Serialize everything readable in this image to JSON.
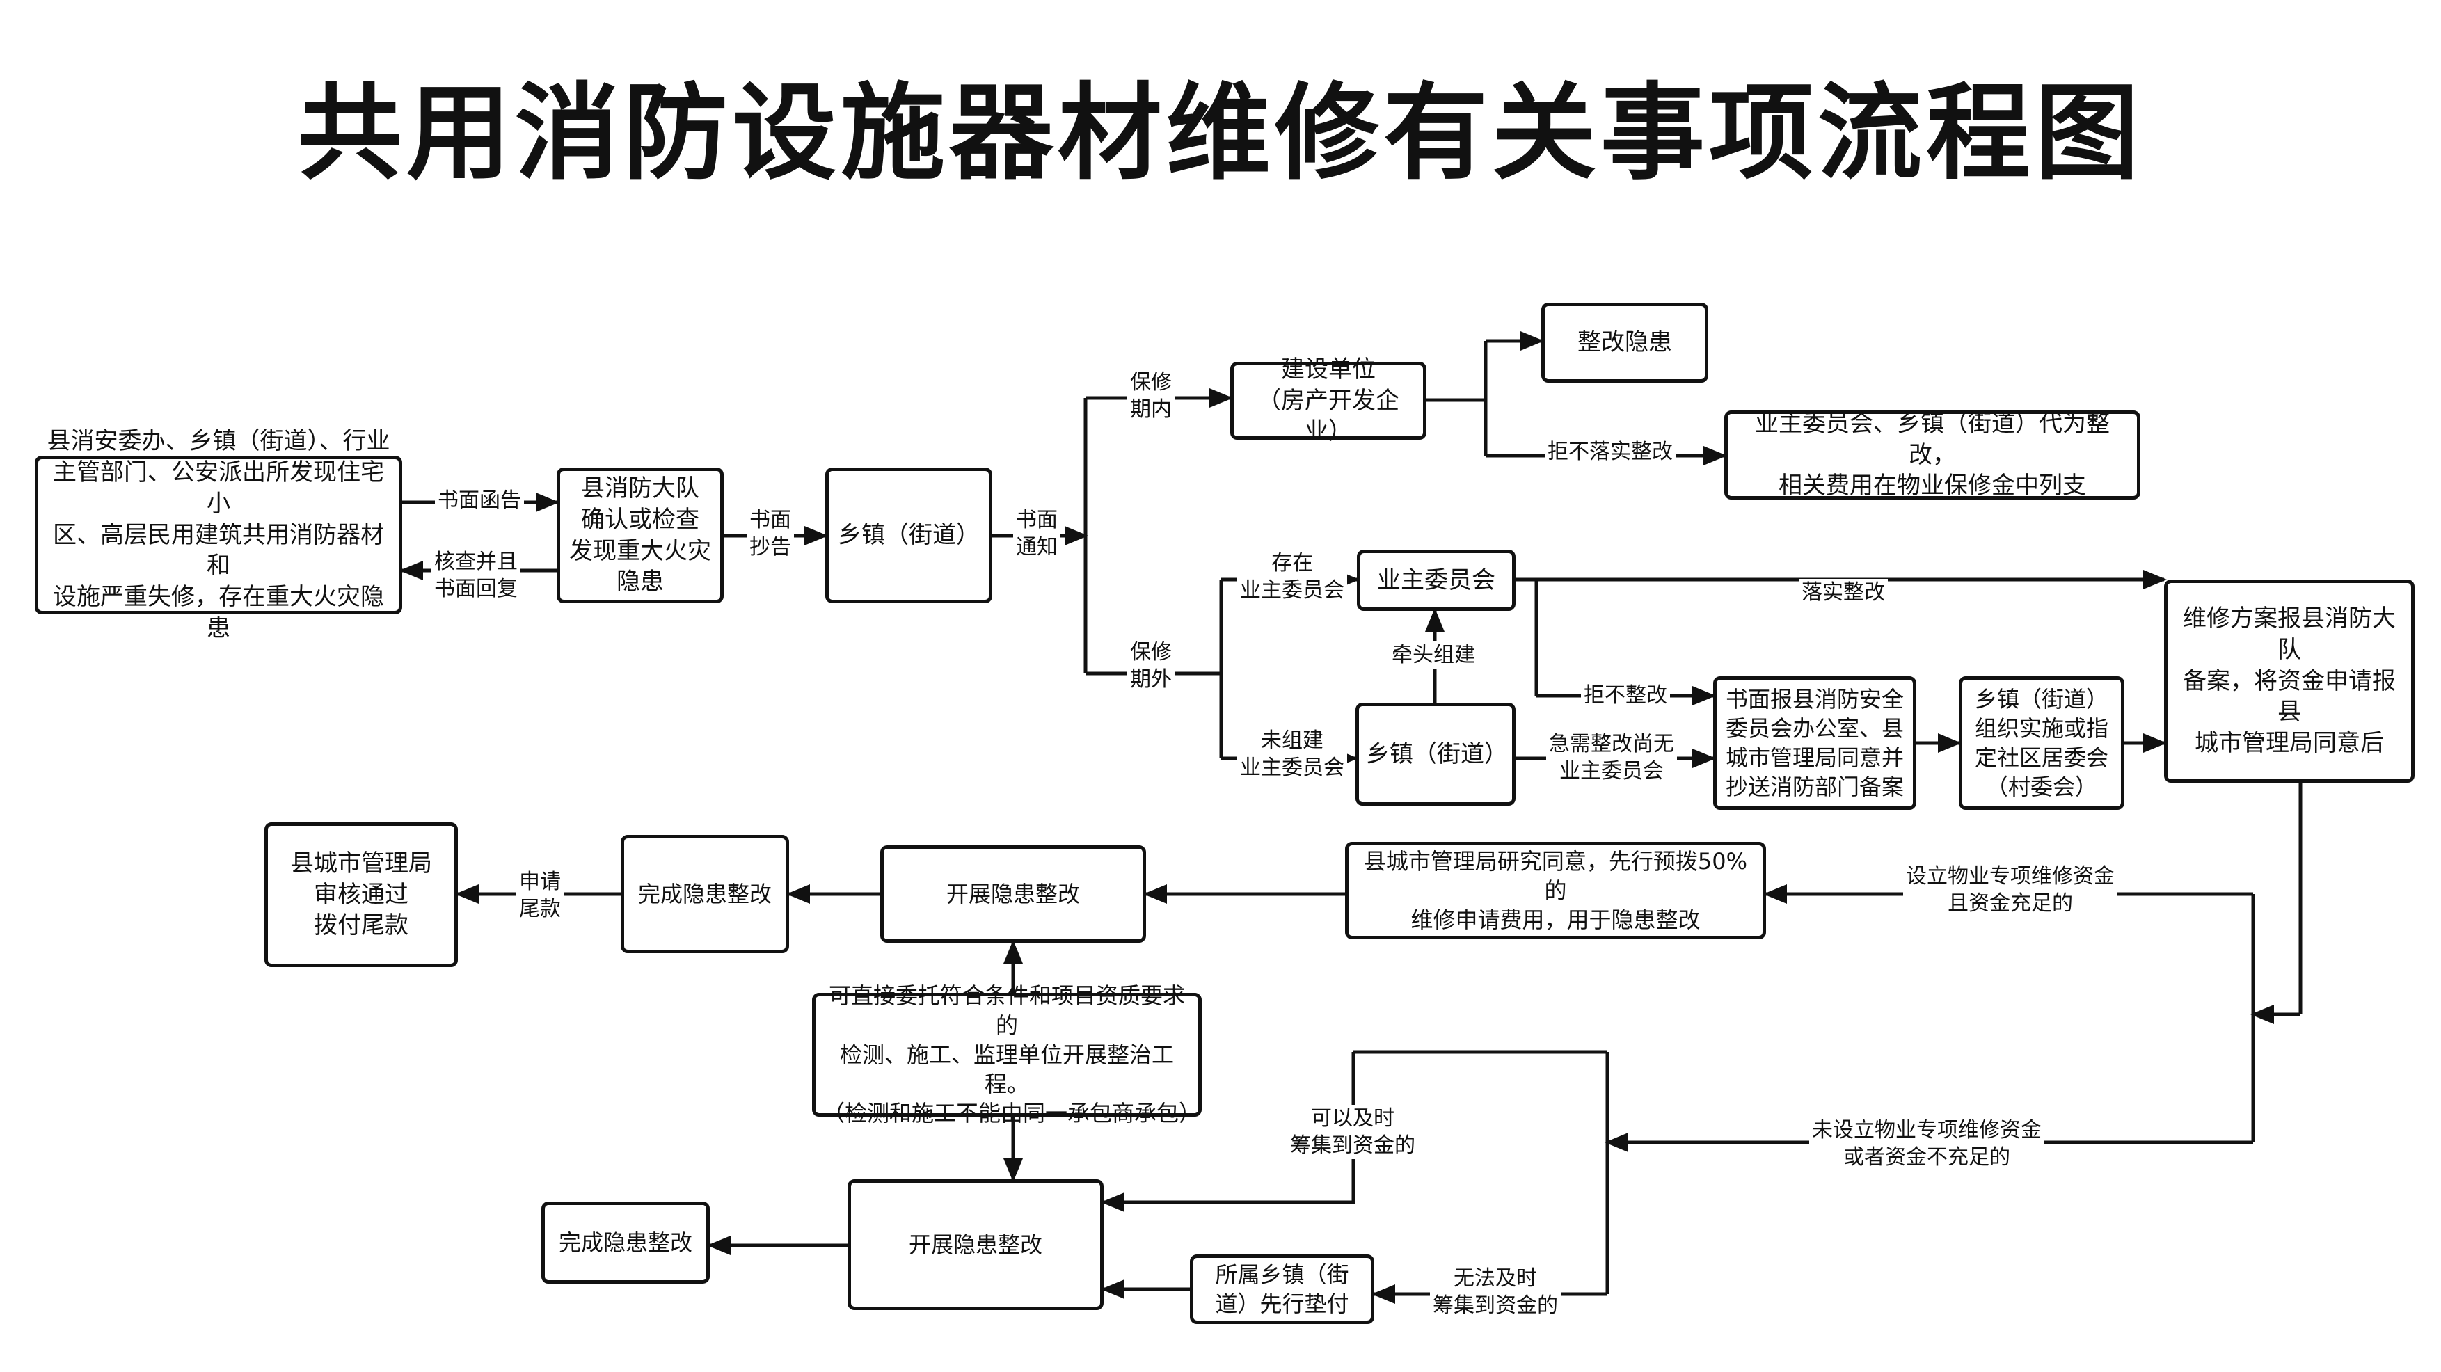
{
  "title": "共用消防设施器材维修有关事项流程图",
  "nodes": {
    "initiators": "县消安委办、乡镇（街道）、行业\n主管部门、公安派出所发现住宅小\n区、高层民用建筑共用消防器材和\n设施严重失修，存在重大火灾隐患",
    "fire_brigade": "县消防大队\n确认或检查\n发现重大火灾\n隐患",
    "township": "乡镇（街道）",
    "builder": "建设单位\n（房产开发企业）",
    "rectify_hazard": "整改隐患",
    "proxy_rectify": "业主委员会、乡镇（街道）代为整改，\n相关费用在物业保修金中列支",
    "owners_committee": "业主委员会",
    "township_2": "乡镇（街道）",
    "written_report": "书面报县消防安全\n委员会办公室、县\n城市管理局同意并\n抄送消防部门备案",
    "township_organize": "乡镇（街道）\n组织实施或指\n定社区居委会\n（村委会）",
    "repair_plan": "维修方案报县消防大队\n备案，将资金申请报县\n城市管理局同意后",
    "pre_allocate": "县城市管理局研究同意，先行预拨50%的\n维修申请费用，用于隐患整改",
    "start_rectify_1": "开展隐患整改",
    "complete_rectify_1": "完成隐患整改",
    "final_payment": "县城市管理局\n审核通过\n拨付尾款",
    "entrust": "可直接委托符合条件和项目资质要求的\n检测、施工、监理单位开展整治工程。\n（检测和施工不能由同一承包商承包）",
    "start_rectify_2": "开展隐患整改",
    "complete_rectify_2": "完成隐患整改",
    "township_advance": "所属乡镇（街\n道）先行垫付"
  },
  "edge_labels": {
    "written_letter": "书面函告",
    "verify_reply": "核查并且\n书面回复",
    "written_cc": "书面\n抄告",
    "written_notice": "书面\n通知",
    "in_warranty": "保修\n期内",
    "out_warranty": "保修\n期外",
    "refuse_rectify_1": "拒不落实整改",
    "has_committee": "存在\n业主委员会",
    "no_committee": "未组建\n业主委员会",
    "lead_establish": "牵头组建",
    "implement_rectify": "落实整改",
    "refuse_rectify_2": "拒不整改",
    "urgent_no_committee": "急需整改尚无\n业主委员会",
    "fund_sufficient": "设立物业专项维修资金\n且资金充足的",
    "fund_insufficient": "未设立物业专项维修资金\n或者资金不充足的",
    "can_raise": "可以及时\n筹集到资金的",
    "cannot_raise": "无法及时\n筹集到资金的",
    "apply_final": "申请\n尾款"
  }
}
